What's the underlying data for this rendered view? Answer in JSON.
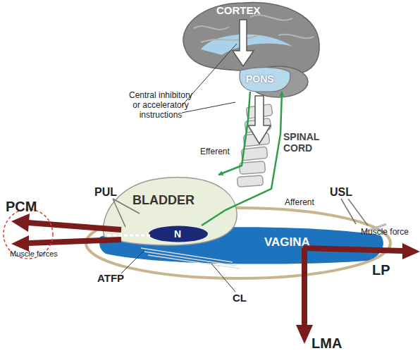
{
  "diagram": {
    "nodes": [
      {
        "text": [
          "CORTEX"
        ]
      },
      {
        "text": [
          "PONS"
        ],
        "in": 0
      },
      {
        "text": [
          "BLADDER"
        ]
      },
      {
        "text": [
          "N"
        ],
        "in": 2
      },
      {
        "text": [
          "VAGINA"
        ]
      }
    ],
    "edges": [
      {
        "from": 1,
        "to": 2,
        "arrow": "to",
        "label": "Efferent"
      },
      {
        "from": 3,
        "to": 1,
        "arrow": "to",
        "label": "Afferent"
      }
    ],
    "labels": [
      "Central inhibitory or acceleratory instructions",
      "SPINAL CORD",
      "PCM",
      "PUL",
      "USL",
      "Muscle force",
      "LP",
      "LMA",
      "ATFP",
      "CL",
      "Muscle forces"
    ]
  }
}
